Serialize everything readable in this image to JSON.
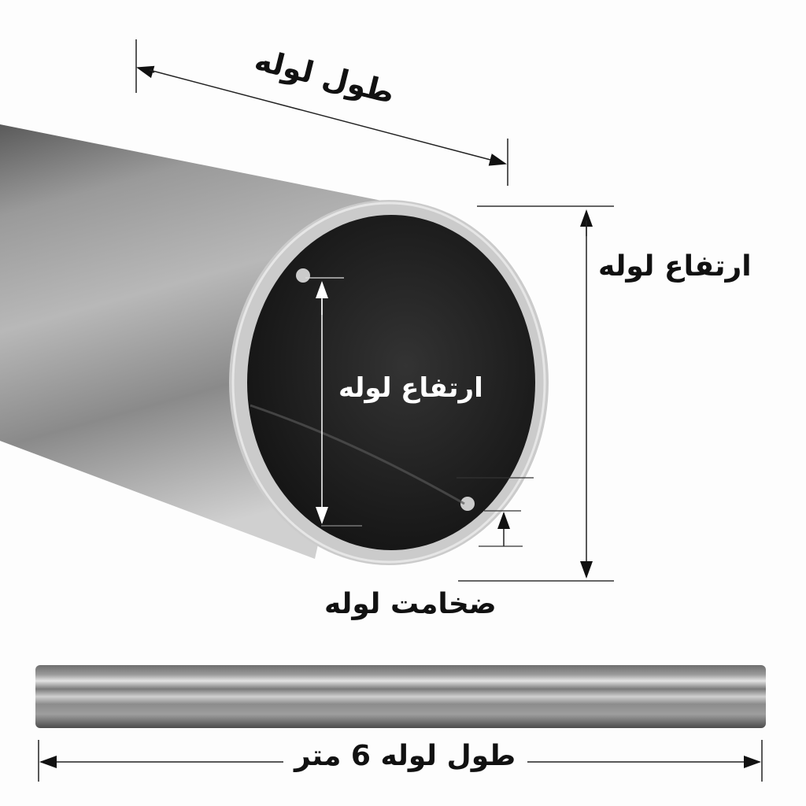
{
  "labels": {
    "pipe_length": "طول لوله",
    "pipe_height_outer": "ارتفاع لوله",
    "pipe_height_inner": "ارتفاع لوله",
    "pipe_thickness": "ضخامت لوله",
    "full_pipe_length": "طول لوله 6 متر"
  },
  "colors": {
    "background": "#fdfdfd",
    "pipe_interior": "#1c1c1c",
    "pipe_rim": "#c9c9c9",
    "pipe_body_light": "#d8d8d8",
    "pipe_body_dark": "#6a6a6a",
    "dimension_line": "#222222"
  }
}
